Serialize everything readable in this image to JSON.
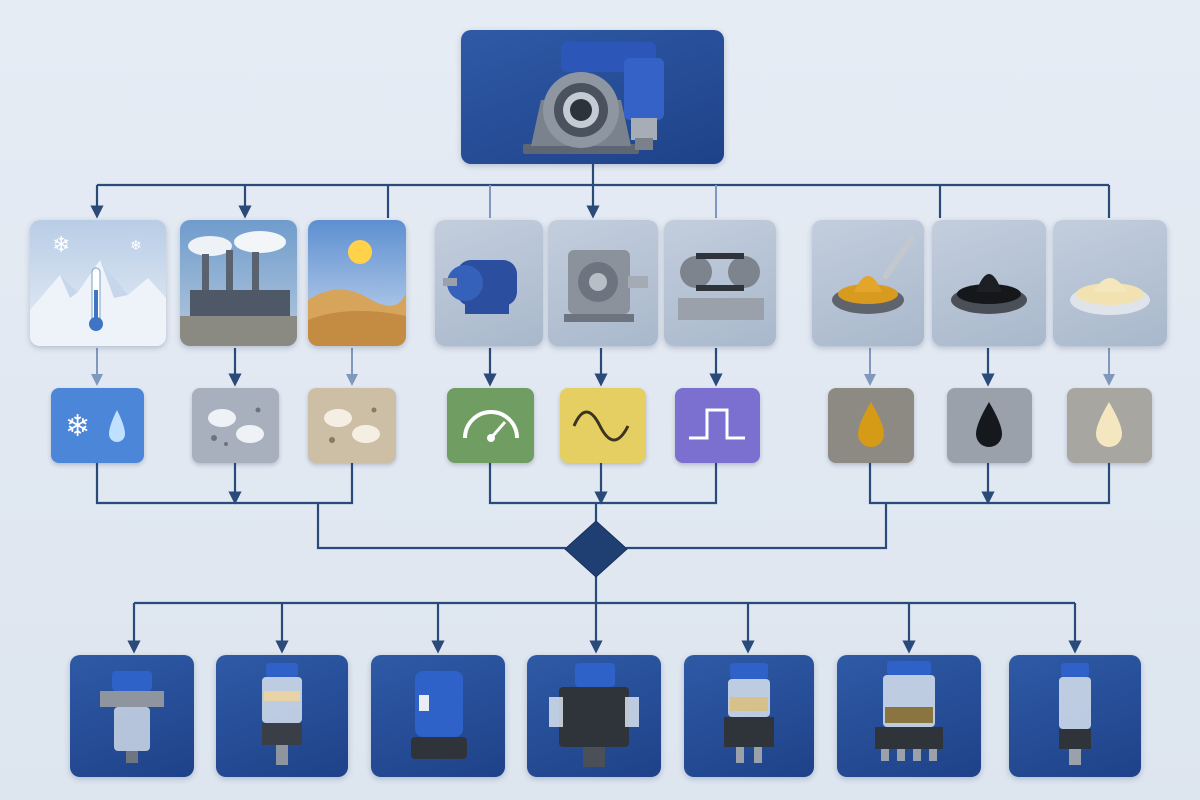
{
  "colors": {
    "background": "#e3e9f2",
    "connector": "#2a4a7a",
    "connector_light": "#7f98bd",
    "card_blue": "#244c97",
    "card_grey": "#b5c2d4",
    "tile_cold": "#4c86d8",
    "tile_dust": "#a7b0bc",
    "tile_sand": "#cdbfa6",
    "tile_gauge": "#6f9d62",
    "tile_wave": "#e6cf62",
    "tile_step": "#7b6fd0",
    "tile_grease_amber": "#8d8a84",
    "tile_grease_black": "#9aa1ab",
    "tile_grease_cream": "#a8a6a0"
  },
  "root": {
    "icon": "pillow-block-bearing-with-lubricator-icon"
  },
  "conditions": [
    {
      "id": "cold",
      "icon": "snowy-mountains-thermometer-icon"
    },
    {
      "id": "industrial",
      "icon": "industrial-smokestacks-icon"
    },
    {
      "id": "desert",
      "icon": "desert-sun-icon"
    },
    {
      "id": "motor",
      "icon": "electric-motor-icon"
    },
    {
      "id": "gearbox",
      "icon": "gearbox-icon"
    },
    {
      "id": "chain",
      "icon": "chain-drive-icon"
    },
    {
      "id": "amber-grease",
      "icon": "amber-grease-bowl-icon"
    },
    {
      "id": "black-grease",
      "icon": "black-grease-bowl-icon"
    },
    {
      "id": "cream-grease",
      "icon": "cream-grease-bowl-icon"
    }
  ],
  "factors": [
    {
      "id": "cold",
      "icon": "snowflake-droplet-icon"
    },
    {
      "id": "dust",
      "icon": "dust-cloud-icon"
    },
    {
      "id": "sand",
      "icon": "sand-cloud-icon"
    },
    {
      "id": "speed",
      "icon": "speed-gauge-icon"
    },
    {
      "id": "vibration",
      "icon": "sine-wave-icon"
    },
    {
      "id": "load",
      "icon": "step-pulse-icon"
    },
    {
      "id": "amber",
      "icon": "amber-drop-icon"
    },
    {
      "id": "black",
      "icon": "black-drop-icon"
    },
    {
      "id": "cream",
      "icon": "cream-drop-icon"
    }
  ],
  "decision": {
    "icon": "decision-diamond-icon"
  },
  "lubricators": [
    {
      "id": "bracket-mounted",
      "icon": "bracket-lubricator-icon"
    },
    {
      "id": "transparent-reservoir",
      "icon": "transparent-reservoir-lubricator-icon"
    },
    {
      "id": "motor-driven",
      "icon": "motor-driven-lubricator-icon"
    },
    {
      "id": "multi-port-pump",
      "icon": "multi-port-pump-lubricator-icon"
    },
    {
      "id": "grease-cartridge",
      "icon": "grease-cartridge-lubricator-icon"
    },
    {
      "id": "multi-outlet",
      "icon": "multi-outlet-lubricator-icon"
    },
    {
      "id": "slim-single-point",
      "icon": "slim-single-point-lubricator-icon"
    }
  ]
}
